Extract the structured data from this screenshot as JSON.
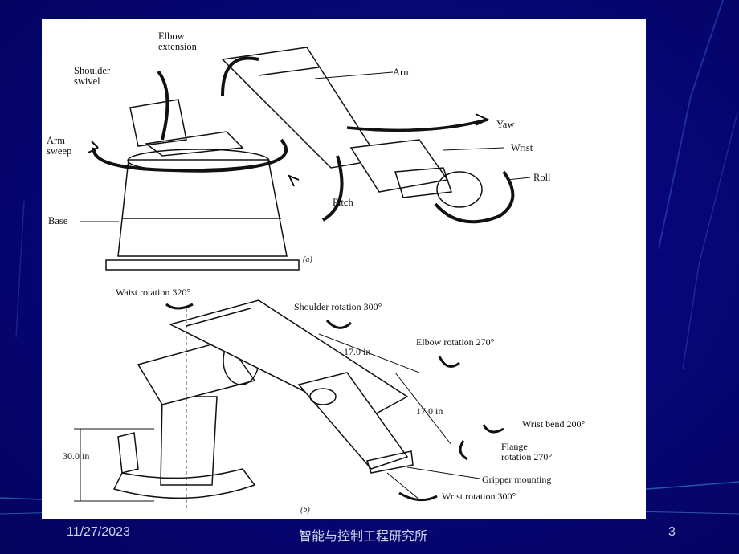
{
  "footer": {
    "date": "11/27/2023",
    "center": "智能与控制工程研究所",
    "page": "3"
  },
  "figure_a": {
    "caption": "(a)",
    "labels": {
      "elbow_line1": "Elbow",
      "elbow_line2": "extension",
      "shoulder_line1": "Shoulder",
      "shoulder_line2": "swivel",
      "arm": "Arm",
      "yaw": "Yaw",
      "wrist": "Wrist",
      "arm_sweep_line1": "Arm",
      "arm_sweep_line2": "sweep",
      "roll": "Roll",
      "pitch": "Pitch",
      "base": "Base"
    }
  },
  "figure_b": {
    "caption": "(b)",
    "labels": {
      "waist": "Waist rotation 320°",
      "shoulder": "Shoulder rotation 300°",
      "upper_len": "17.0 in",
      "elbow": "Elbow rotation 270°",
      "fore_len": "17.0 in",
      "wrist_bend": "Wrist bend 200°",
      "flange_line1": "Flange",
      "flange_line2": "rotation 270°",
      "height": "30.0 in",
      "gripper": "Gripper mounting",
      "wrist_rot": "Wrist rotation 300°"
    }
  },
  "colors": {
    "background": "#06067a",
    "footer_text": "#cfd3ea",
    "figure_bg": "#ffffff"
  }
}
